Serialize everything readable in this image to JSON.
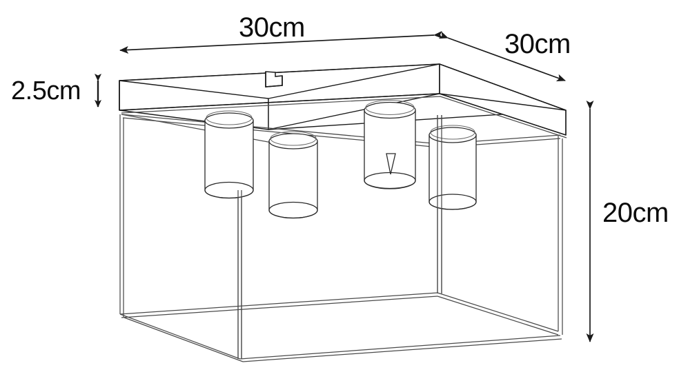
{
  "drawing": {
    "title": "Ceiling lamp dimension drawing",
    "product": "square-frame-4-spot-ceiling-lamp",
    "background_color": "#ffffff",
    "line_color": "#1a1a1a",
    "thin_line_color": "#5a5a5a",
    "text_color": "#0b0b0b"
  },
  "dimensions": {
    "width_front": "30cm",
    "width_side": "30cm",
    "canopy_thickness": "2.5cm",
    "height": "20cm"
  },
  "annotations": {
    "spot_count": 4,
    "spot_marker": "arrow-mark"
  }
}
